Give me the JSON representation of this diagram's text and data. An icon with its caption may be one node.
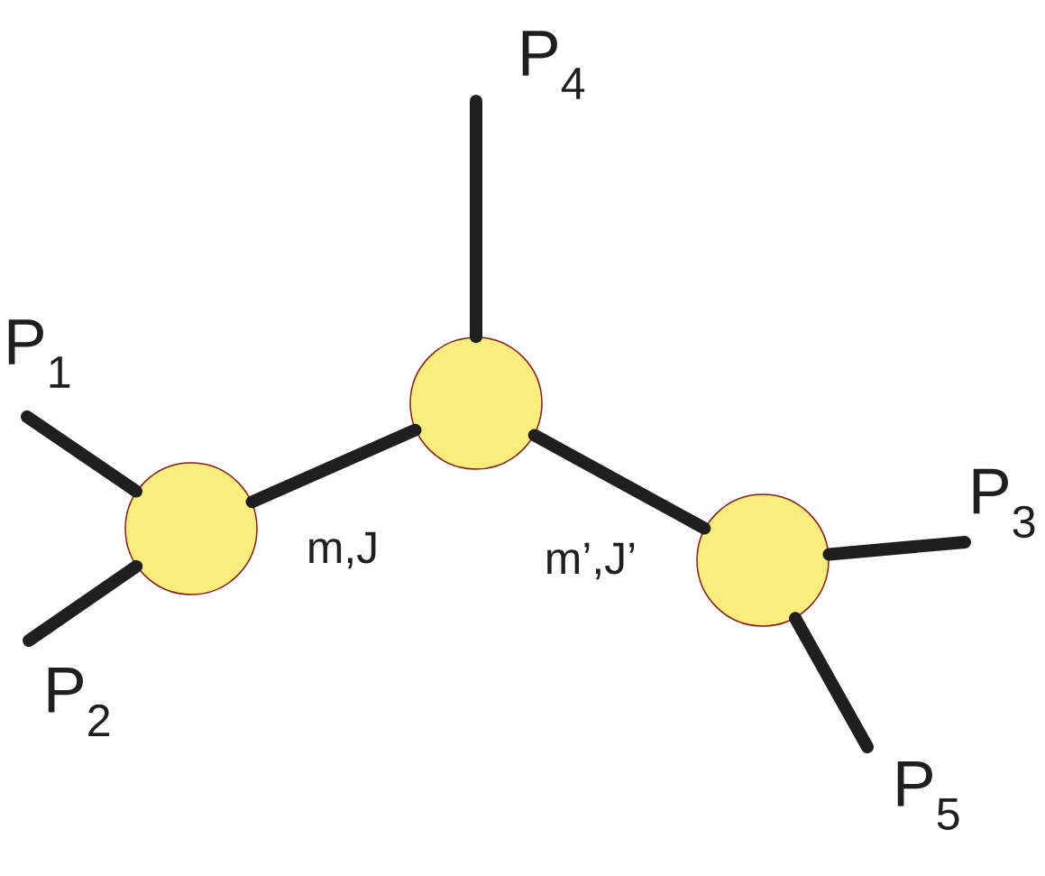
{
  "diagram": {
    "nodes": [
      {
        "text": [
          "P$_{4}$"
        ]
      },
      {
        "text": [
          "P$_{1}$"
        ]
      },
      {
        "text": [
          "P$_{3}$"
        ]
      },
      {
        "text": [
          "P$_{2}$"
        ]
      },
      {
        "text": [
          "P$_{5}$"
        ]
      },
      {
        "text": [],
        "shape": "circle"
      },
      {
        "text": [],
        "shape": "circle"
      },
      {
        "text": [],
        "shape": "circle"
      }
    ],
    "edges": [
      {
        "from": 1,
        "to": 5,
        "arrow": "none"
      },
      {
        "from": 3,
        "to": 5,
        "arrow": "none"
      },
      {
        "from": 5,
        "to": 6,
        "arrow": "none",
        "label": "m,J"
      },
      {
        "from": 0,
        "to": 6,
        "arrow": "none"
      },
      {
        "from": 6,
        "to": 7,
        "arrow": "none",
        "label": "m’,J’"
      },
      {
        "from": 2,
        "to": 7,
        "arrow": "none"
      },
      {
        "from": 4,
        "to": 7,
        "arrow": "none"
      }
    ]
  }
}
